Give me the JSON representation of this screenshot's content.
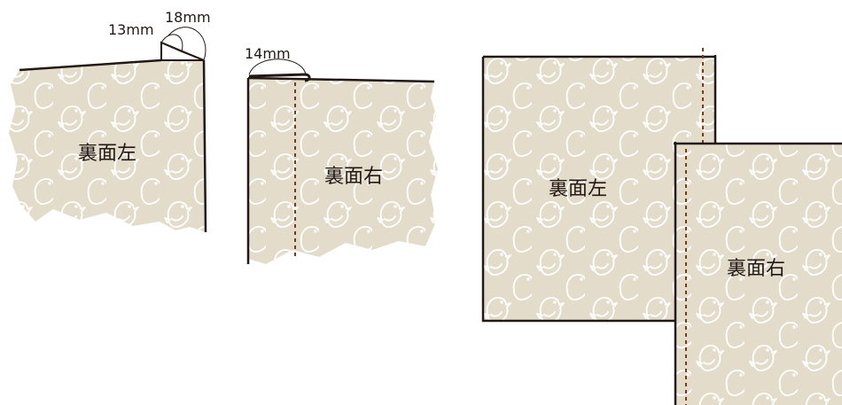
{
  "labels": {
    "dim_13": "13mm",
    "dim_18": "18mm",
    "dim_14": "14mm",
    "left_back_1": "裏面左",
    "right_back_1": "裏面右",
    "left_back_2": "裏面左",
    "right_back_2": "裏面右"
  },
  "colors": {
    "fabric": "#e3dccb",
    "motif": "#ffffff",
    "outline": "#231815",
    "stitch": "#7a3b14"
  },
  "icons": {
    "pattern": "bird-icon"
  }
}
